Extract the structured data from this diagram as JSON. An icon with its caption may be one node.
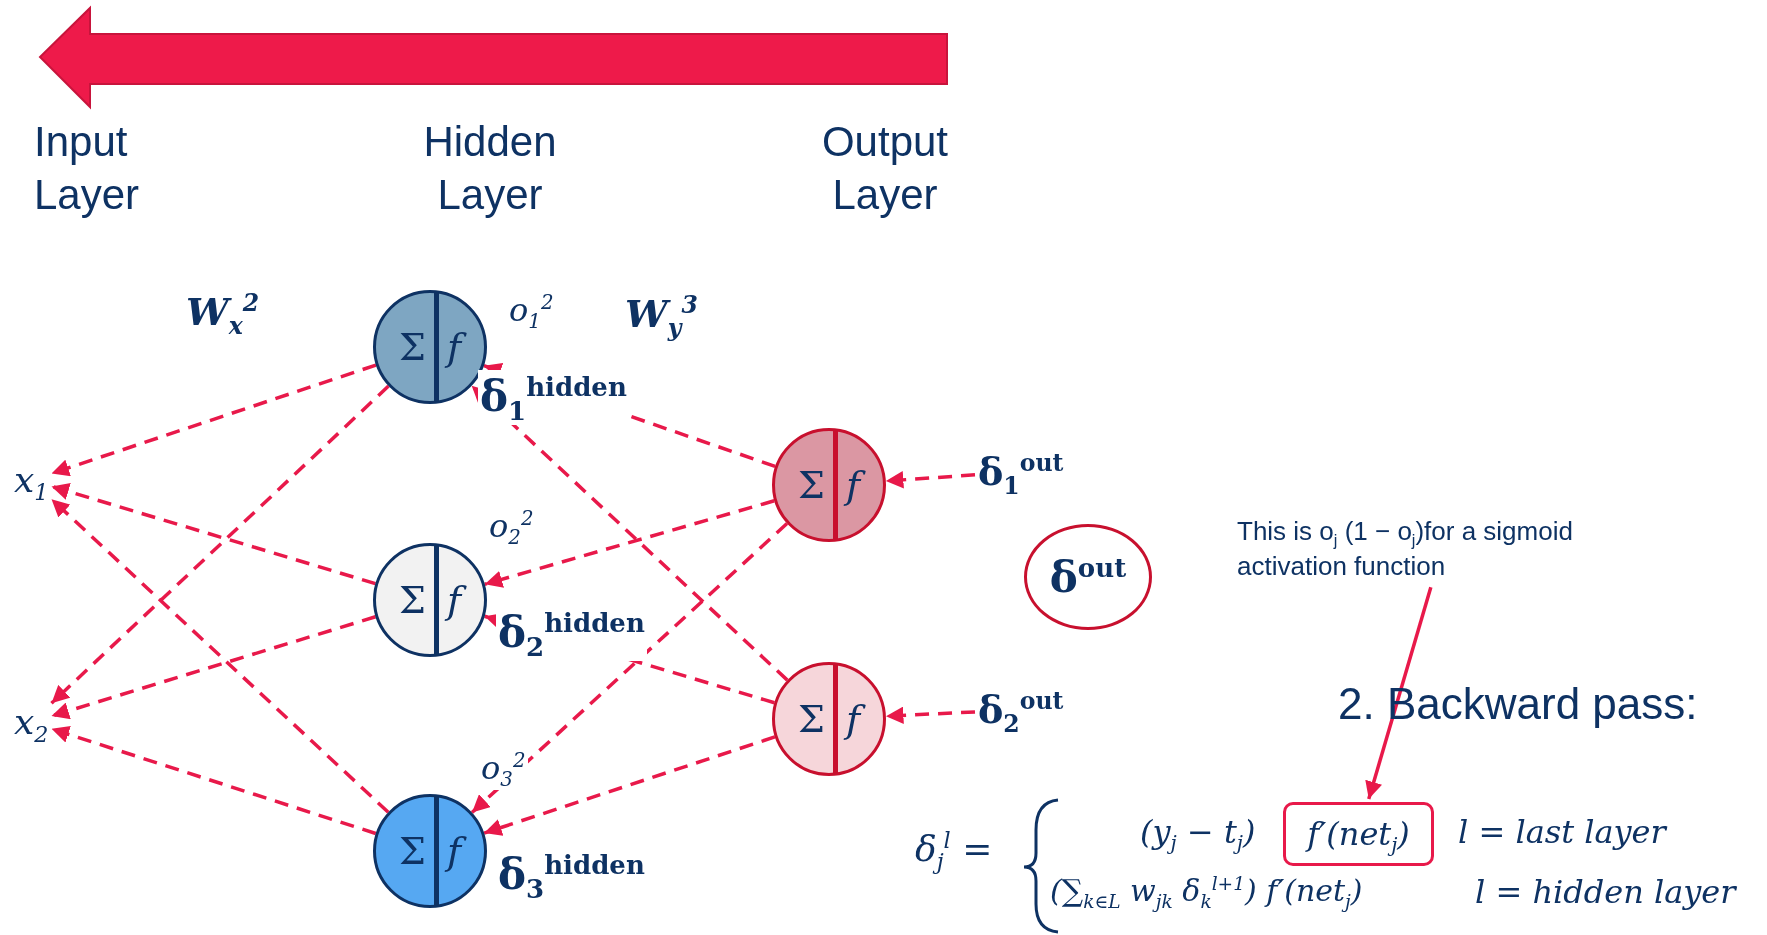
{
  "diagram": {
    "nodes": [
      {
        "text": [
          "x$_{1}$"
        ]
      },
      {
        "text": [
          "x$_{2}$"
        ]
      },
      {
        "text": [
          "Σ",
          "f"
        ],
        "beside": [
          "o$_{1}$$^{2}$",
          "δ$_{1}$$^{hidden}$"
        ]
      },
      {
        "text": [
          "Σ",
          "f"
        ],
        "beside": [
          "o$_{2}$$^{2}$",
          "δ$_{2}$$^{hidden}$"
        ]
      },
      {
        "text": [
          "Σ",
          "f"
        ],
        "beside": [
          "o$_{3}$$^{2}$",
          "δ$_{3}$$^{hidden}$"
        ]
      },
      {
        "text": [
          "Σ",
          "f"
        ]
      },
      {
        "text": [
          "Σ",
          "f"
        ]
      },
      {
        "text": [
          "δ$_{1}$$^{out}$"
        ]
      },
      {
        "text": [
          "δ$_{2}$$^{out}$"
        ]
      },
      {
        "text": [
          "δ$^{out}$"
        ]
      },
      {
        "text": [
          "This is o$_{j}$ (1 − o$_{j}$)for a sigmoid activation function"
        ]
      },
      {
        "text": [
          "f′(net$_{j}$)"
        ]
      }
    ],
    "edges": [
      {
        "from": 7,
        "to": 5,
        "arrow": "to",
        "style": "dashed"
      },
      {
        "from": 8,
        "to": 6,
        "arrow": "to",
        "style": "dashed"
      },
      {
        "from": 5,
        "to": 2,
        "arrow": "to",
        "style": "dashed"
      },
      {
        "from": 5,
        "to": 3,
        "arrow": "to",
        "style": "dashed"
      },
      {
        "from": 5,
        "to": 4,
        "arrow": "to",
        "style": "dashed"
      },
      {
        "from": 6,
        "to": 2,
        "arrow": "to",
        "style": "dashed"
      },
      {
        "from": 6,
        "to": 3,
        "arrow": "to",
        "style": "dashed"
      },
      {
        "from": 6,
        "to": 4,
        "arrow": "to",
        "style": "dashed"
      },
      {
        "from": 2,
        "to": 0,
        "arrow": "to",
        "style": "dashed"
      },
      {
        "from": 2,
        "to": 1,
        "arrow": "to",
        "style": "dashed"
      },
      {
        "from": 3,
        "to": 0,
        "arrow": "to",
        "style": "dashed"
      },
      {
        "from": 3,
        "to": 1,
        "arrow": "to",
        "style": "dashed"
      },
      {
        "from": 4,
        "to": 0,
        "arrow": "to",
        "style": "dashed"
      },
      {
        "from": 4,
        "to": 1,
        "arrow": "to",
        "style": "dashed"
      },
      {
        "from": 10,
        "to": 11,
        "arrow": "to"
      }
    ],
    "labels": [
      "Input Layer",
      "Hidden Layer",
      "Output Layer",
      "W$_{x}$$^{2}$",
      "W$_{y}$$^{3}$",
      "2. Backward pass:",
      "δ$_{j}$$^{l}$ =",
      "(y$_{j}$ − t$_{j}$)",
      "l = last layer",
      "(∑$_{k∈L}$ w$_{jk}$ δ$_{k}$$^{l+1}$) f′(net$_{j}$)",
      "l = hidden layer"
    ]
  }
}
